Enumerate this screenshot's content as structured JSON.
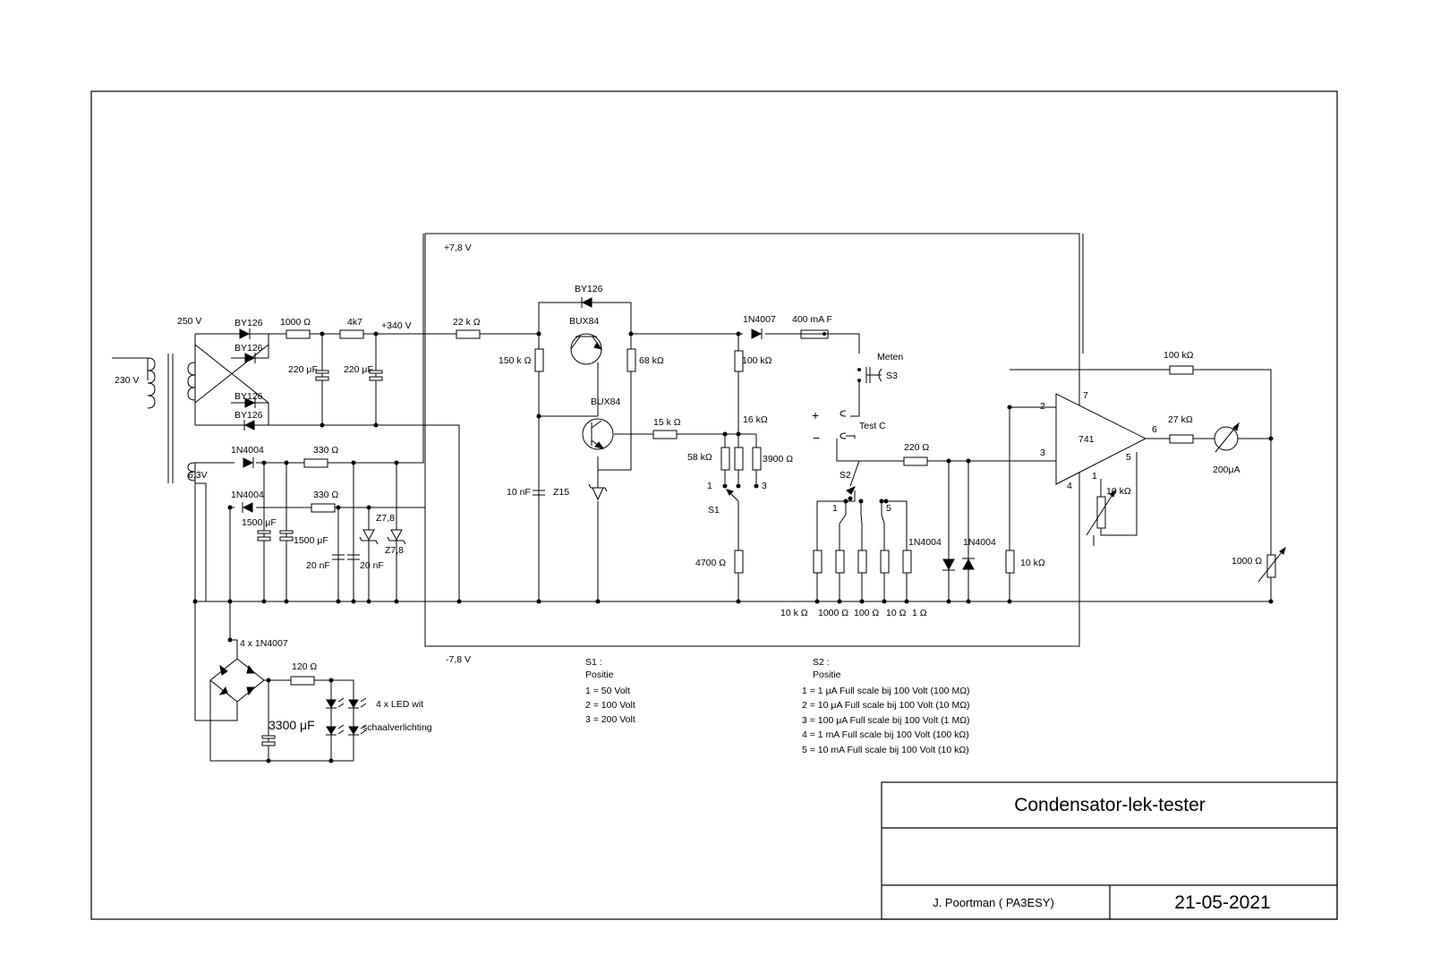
{
  "title_block": {
    "title": "Condensator-lek-tester",
    "author": "J. Poortman ( PA3ESY)",
    "date": "21-05-2021"
  },
  "supply": {
    "mains": "230 V",
    "secondary_hv": "250 V",
    "secondary_lv": "6,3V",
    "hv_diode": "BY126",
    "hv_r1": "1000 Ω",
    "hv_r2": "4k7",
    "hv_cap": "220 μF",
    "hv_out": "+340 V",
    "lv_diode": "1N4004",
    "lv_r": "330 Ω",
    "lv_cap": "1500 μF",
    "lv_cap_small": "20 nF",
    "zener": "Z7,8",
    "rail_pos": "+7,8 V",
    "rail_neg": "-7,8 V"
  },
  "lighting": {
    "bridge": "4 x 1N4007",
    "resistor": "120 Ω",
    "cap": "3300 μF",
    "leds": "4 x LED wit",
    "caption": "schaalverlichting"
  },
  "regulator": {
    "r_in": "22 k Ω",
    "diode": "BY126",
    "transistor": "BUX84",
    "r_bias": "150 k Ω",
    "r_emitter": "68 kΩ",
    "cap": "10 nF",
    "zener": "Z15",
    "r_base": "15 k Ω"
  },
  "voltage_select": {
    "diode": "1N4007",
    "fuse": "400 mA F",
    "r_top": "100 kΩ",
    "r_16k": "16 kΩ",
    "r_58k": "58 kΩ",
    "r_3900": "3900 Ω",
    "r_4700": "4700 Ω",
    "switch": "S1",
    "pos1": "1",
    "pos3": "3"
  },
  "measure": {
    "button_label": "Meten",
    "button": "S3",
    "test_label": "Test C",
    "plus": "+",
    "minus": "−",
    "switch": "S2",
    "r_in": "220 Ω",
    "diode": "1N4004",
    "shunts": [
      "10 k Ω",
      "1000 Ω",
      "100 Ω",
      "10 Ω",
      "1 Ω"
    ],
    "pos1": "1",
    "pos5": "5"
  },
  "amplifier": {
    "opamp": "741",
    "pin2": "2",
    "pin3": "3",
    "pin7": "7",
    "pin6": "6",
    "pin5": "5",
    "pin1": "1",
    "pin4": "4",
    "r_fb": "100 kΩ",
    "r_out": "27 kΩ",
    "trim": "10 kΩ",
    "r_in": "10 kΩ",
    "meter": "200μA",
    "r_cal": "1000 Ω"
  },
  "legend_s1": {
    "title": "S1 :",
    "subtitle": "Positie",
    "lines": [
      "1 = 50 Volt",
      "2 = 100 Volt",
      "3 = 200 Volt"
    ]
  },
  "legend_s2": {
    "title": "S2 :",
    "subtitle": "Positie",
    "lines": [
      "1 = 1 μA Full scale bij 100 Volt (100 MΩ)",
      "2 = 10 μA Full scale bij 100 Volt (10 MΩ)",
      "3 = 100 μA Full scale bij 100 Volt (1 MΩ)",
      "4 = 1 mA Full scale bij 100 Volt (100 kΩ)",
      "5 = 10 mA Full scale bij 100 Volt (10 kΩ)"
    ]
  }
}
